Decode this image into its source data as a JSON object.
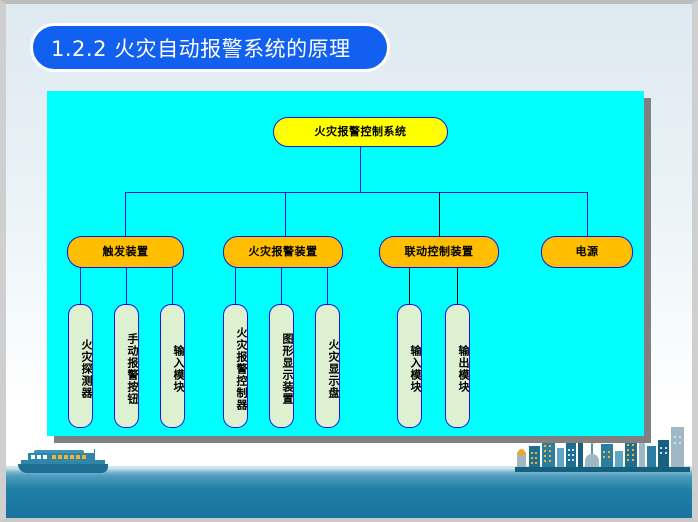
{
  "slide": {
    "title": "1.2.2  火灾自动报警系统的原理"
  },
  "diagram": {
    "root": {
      "label": "火灾报警控制系统"
    },
    "branches": [
      {
        "label": "触发装置",
        "children": [
          {
            "label": "火灾探测器"
          },
          {
            "label": "手动报警按钮"
          },
          {
            "label": "输入模块"
          }
        ]
      },
      {
        "label": "火灾报警装置",
        "children": [
          {
            "label": "火灾报警控制器"
          },
          {
            "label": "图形显示装置"
          },
          {
            "label": "火灾显示盘"
          }
        ]
      },
      {
        "label": "联动控制装置",
        "children": [
          {
            "label": "输入模块"
          },
          {
            "label": "输出模块"
          }
        ]
      },
      {
        "label": "电源",
        "children": []
      }
    ]
  },
  "colors": {
    "title_pill": "#1160EF",
    "panel": "#00FFFF",
    "root_node": "#FFFF00",
    "mid_node": "#FFBE00",
    "leaf_node": "#DDF0CF",
    "connector": "#1414E0",
    "sea": "#17719C"
  }
}
